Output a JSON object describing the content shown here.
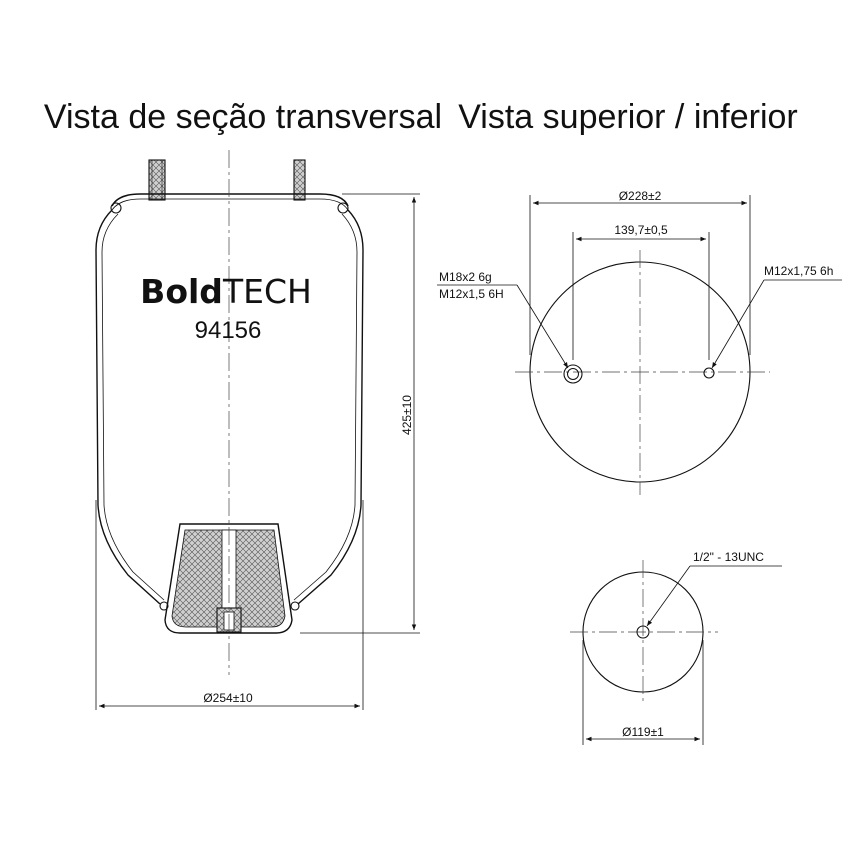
{
  "titles": {
    "cross_section": "Vista de seção transversal",
    "top_bottom": "Vista superior / inferior"
  },
  "brand": {
    "bold": "Bold",
    "light": "TECH"
  },
  "model_number": "94156",
  "dimensions": {
    "height": "425±10",
    "body_diameter": "Ø254±10",
    "top_plate_diameter": "Ø228±2",
    "stud_spacing": "139,7±0,5",
    "bottom_diameter": "Ø119±1"
  },
  "callouts": {
    "air_fitting_line1": "M18x2 6g",
    "air_fitting_line2": "M12x1,5 6H",
    "stud_thread": "M12x1,75 6h",
    "bottom_thread": "1/2\" - 13UNC"
  }
}
